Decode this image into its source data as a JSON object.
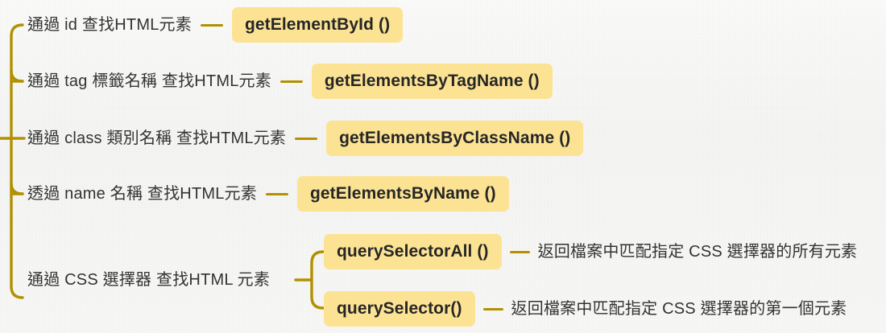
{
  "theme": {
    "background": "#f6f6f5",
    "bracket_color": "#b29000",
    "badge_background": "#fce394",
    "badge_text_color": "#262626",
    "label_text_color": "#333333"
  },
  "diagram": {
    "root_branches": [
      {
        "id": "id",
        "label": "通過 id 查找HTML元素",
        "badge": "getElementById ()"
      },
      {
        "id": "tag",
        "label": "通過 tag 標籤名稱 查找HTML元素",
        "badge": "getElementsByTagName ()"
      },
      {
        "id": "class",
        "label": "通過 class 類別名稱 查找HTML元素",
        "badge": "getElementsByClassName ()"
      },
      {
        "id": "name",
        "label": "透過 name 名稱 查找HTML元素",
        "badge": "getElementsByName ()"
      },
      {
        "id": "css",
        "label": "通過 CSS 選擇器 查找HTML 元素",
        "badge": null
      }
    ],
    "css_sub_branches": [
      {
        "id": "query-selector-all",
        "badge": "querySelectorAll ()",
        "description": "返回檔案中匹配指定 CSS 選擇器的所有元素"
      },
      {
        "id": "query-selector",
        "badge": "querySelector()",
        "description": "返回檔案中匹配指定 CSS 選擇器的第一個元素"
      }
    ]
  }
}
